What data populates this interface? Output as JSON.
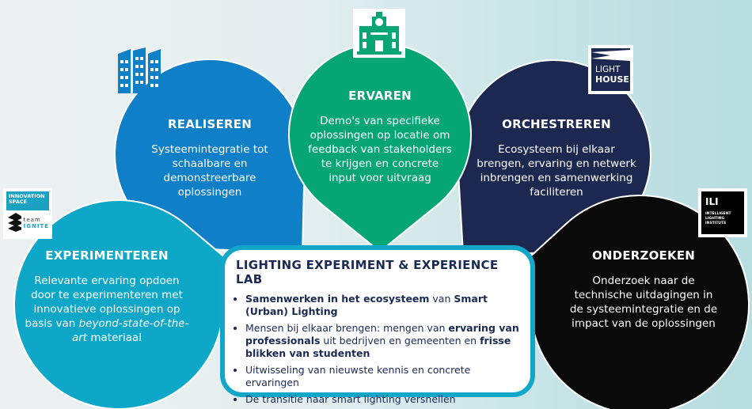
{
  "colors": {
    "realiseren": "#0f7fc7",
    "ervaren": "#05a574",
    "orchestreren": "#1c2850",
    "experimenteren": "#0ea7c8",
    "onderzoeken": "#0a0a0a",
    "box_border": "#12a7c9",
    "box_text": "#1b2a55"
  },
  "drops": {
    "realiseren": {
      "title": "REALISEREN",
      "text": "Systeemintegratie tot schaalbare en demonstreerbare oplossingen",
      "icon": "office-buildings-icon"
    },
    "ervaren": {
      "title": "ERVAREN",
      "text": "Demo's van specifieke oplossingen op locatie om feedback van stakeholders te krijgen en concrete input voor uitvraag",
      "icon": "city-hall-icon"
    },
    "orchestreren": {
      "title": "ORCHESTREREN",
      "text": "Ecosysteem bij elkaar brengen, ervaring en netwerk inbrengen en samenwerking faciliteren",
      "icon": "lighthouse-logo"
    },
    "experimenteren": {
      "title": "EXPERIMENTEREN",
      "text_1": "Relevante ervaring opdoen door te experimenteren met innovatieve oplossingen op basis van ",
      "text_em": "beyond-state-of-the-art",
      "text_2": " materiaal",
      "icon": "innovation-space-logo"
    },
    "onderzoeken": {
      "title": "ONDERZOEKEN",
      "text": "Onderzoek naar de technische uitdagingen in de systeemintegratie en de impact van de oplossingen",
      "icon": "ili-logo"
    }
  },
  "logos": {
    "innovation_space": {
      "line1": "INNOVATION",
      "line2": "SPACE",
      "team": "team",
      "ignite": "IGNITE"
    },
    "lighthouse": {
      "line1": "LIGHT",
      "line2": "HOUSE"
    },
    "ili": {
      "title": "ILI",
      "line1": "INTELLIGENT",
      "line2": "LIGHTING",
      "line3": "INSTITUTE"
    }
  },
  "lab": {
    "title": "LIGHTING EXPERIMENT & EXPERIENCE LAB",
    "items": [
      {
        "b1": "Samenwerken in het ecosysteem",
        "t1": " van ",
        "b2": "Smart (Urban) Lighting",
        "t2": ""
      },
      {
        "t0": "Mensen bij elkaar brengen: mengen van ",
        "b1": "ervaring van professionals",
        "t1": " uit bedrijven en gemeenten en ",
        "b2": "frisse blikken van studenten"
      },
      {
        "t0": "Uitwisseling van nieuwste kennis en concrete ervaringen"
      },
      {
        "t0": "De transitie naar smart lighting versnellen"
      }
    ]
  }
}
